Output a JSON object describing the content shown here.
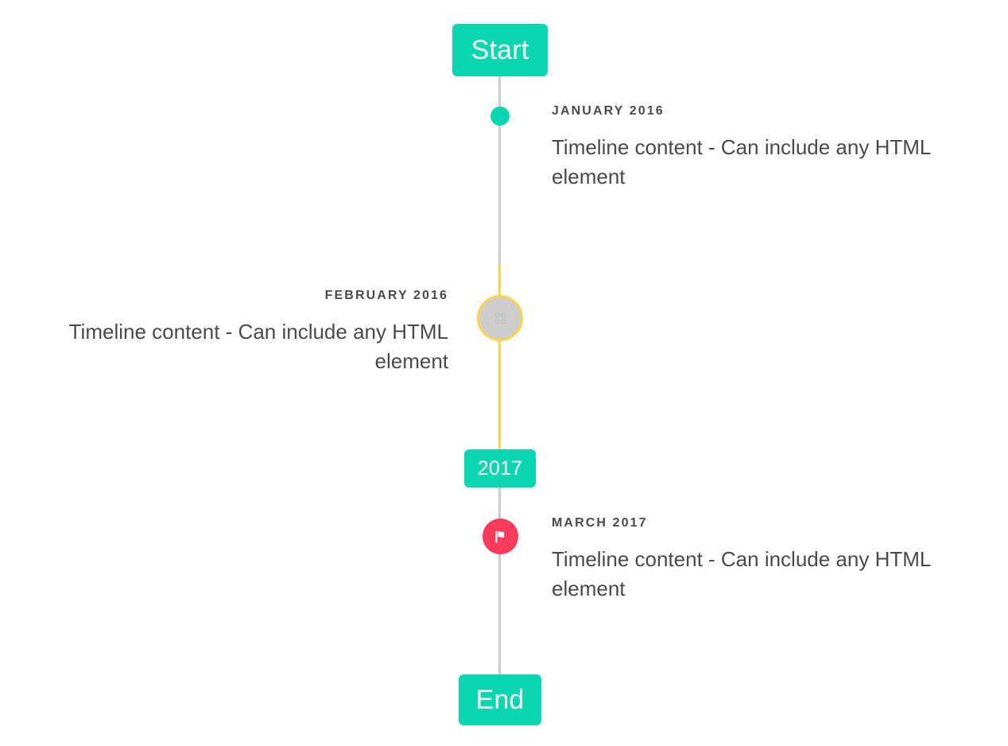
{
  "timeline": {
    "rail_color_grey": "#cccccc",
    "rail_color_highlight": "#fad44d",
    "accent_color": "#0bd6b0",
    "marker_alert_color": "#fb3b5c",
    "start_label": "Start",
    "year_label": "2017",
    "end_label": "End",
    "entries": [
      {
        "id": "january-2016",
        "date": "January 2016",
        "content": "Timeline content - Can include any HTML element",
        "side": "right",
        "marker": "dot-icon",
        "marker_color": "#0bd6b0"
      },
      {
        "id": "february-2016",
        "date": "February 2016",
        "content": "Timeline content - Can include any HTML element",
        "side": "left",
        "marker": "missing-glyph-icon",
        "marker_color": "#cdcdcd",
        "marker_ring_color": "#fad44d"
      },
      {
        "id": "march-2017",
        "date": "March 2017",
        "content": "Timeline content - Can include any HTML element",
        "side": "right",
        "marker": "flag-icon",
        "marker_color": "#fb3b5c"
      }
    ]
  }
}
